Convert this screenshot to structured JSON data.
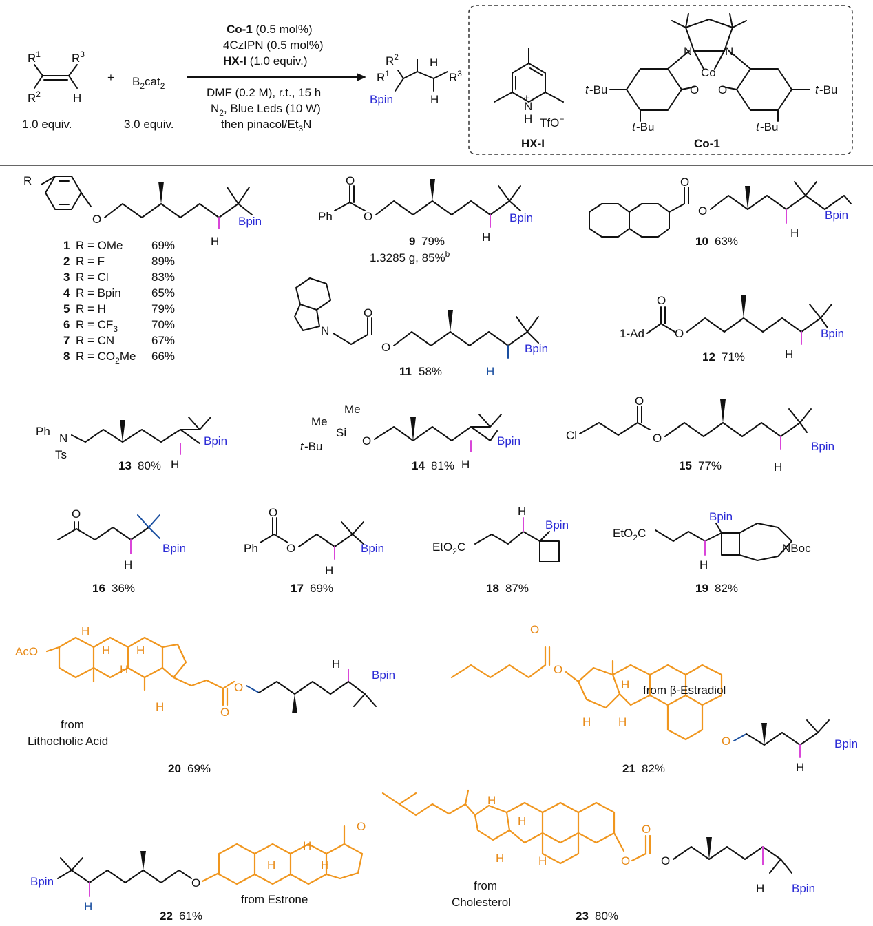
{
  "colors": {
    "bpin": "#2b2bd6",
    "natural_fragment": "#f0961e",
    "new_bond_pink": "#d946d9",
    "new_bond_blue": "#1a4fa0"
  },
  "reaction": {
    "alkene_labels": [
      "R",
      "1",
      "R",
      "3",
      "R",
      "2",
      "H"
    ],
    "reagent1_equiv": "1.0 equiv.",
    "plus": "+",
    "reagent2": "B",
    "reagent2_sub1": "2",
    "reagent2_rest": "cat",
    "reagent2_sub2": "2",
    "reagent2_equiv": "3.0 equiv.",
    "cond1_bold": "Co-1",
    "cond1_rest": " (0.5 mol%)",
    "cond2": "4CzIPN (0.5 mol%)",
    "cond3_bold": "HX-I",
    "cond3_rest": " (1.0 equiv.)",
    "cond4": "DMF (0.2 M), r.t., 15 h",
    "cond5_a": "N",
    "cond5_sub": "2",
    "cond5_b": ", Blue Leds (10 W)",
    "cond6_a": "then pinacol/Et",
    "cond6_sub": "3",
    "cond6_b": "N",
    "product_bpin": "Bpin",
    "catalyst_box": {
      "hxi_label": "HX-I",
      "co1_label": "Co-1",
      "tfo": "TfO",
      "tbu": "t-Bu"
    }
  },
  "compounds": {
    "series_1_8": [
      {
        "num": "1",
        "r": "R = OMe",
        "yield": "69%"
      },
      {
        "num": "2",
        "r": "R = F",
        "yield": "89%"
      },
      {
        "num": "3",
        "r": "R = Cl",
        "yield": "83%"
      },
      {
        "num": "4",
        "r": "R = Bpin",
        "yield": "65%"
      },
      {
        "num": "5",
        "r": "R = H",
        "yield": "79%"
      },
      {
        "num": "6",
        "r": "R = CF",
        "r_sub": "3",
        "yield": "70%"
      },
      {
        "num": "7",
        "r": "R = CN",
        "yield": "67%"
      },
      {
        "num": "8",
        "r": "R = CO",
        "r_sub": "2",
        "r_tail": "Me",
        "yield": "66%"
      }
    ],
    "c9": {
      "num": "9",
      "yield": "79%",
      "scale": "1.3285 g, 85%",
      "scale_sup": "b"
    },
    "c10": {
      "num": "10",
      "yield": "63%"
    },
    "c11": {
      "num": "11",
      "yield": "58%"
    },
    "c12": {
      "num": "12",
      "yield": "71%",
      "group": "1-Ad"
    },
    "c13": {
      "num": "13",
      "yield": "80%"
    },
    "c14": {
      "num": "14",
      "yield": "81%"
    },
    "c15": {
      "num": "15",
      "yield": "77%"
    },
    "c16": {
      "num": "16",
      "yield": "36%"
    },
    "c17": {
      "num": "17",
      "yield": "69%"
    },
    "c18": {
      "num": "18",
      "yield": "87%"
    },
    "c19": {
      "num": "19",
      "yield": "82%"
    },
    "c20": {
      "num": "20",
      "yield": "69%",
      "source_1": "from",
      "source_2": "Lithocholic Acid"
    },
    "c21": {
      "num": "21",
      "yield": "82%",
      "source": "from β-Estradiol"
    },
    "c22": {
      "num": "22",
      "yield": "61%",
      "source": "from Estrone"
    },
    "c23": {
      "num": "23",
      "yield": "80%",
      "source_1": "from",
      "source_2": "Cholesterol"
    }
  }
}
